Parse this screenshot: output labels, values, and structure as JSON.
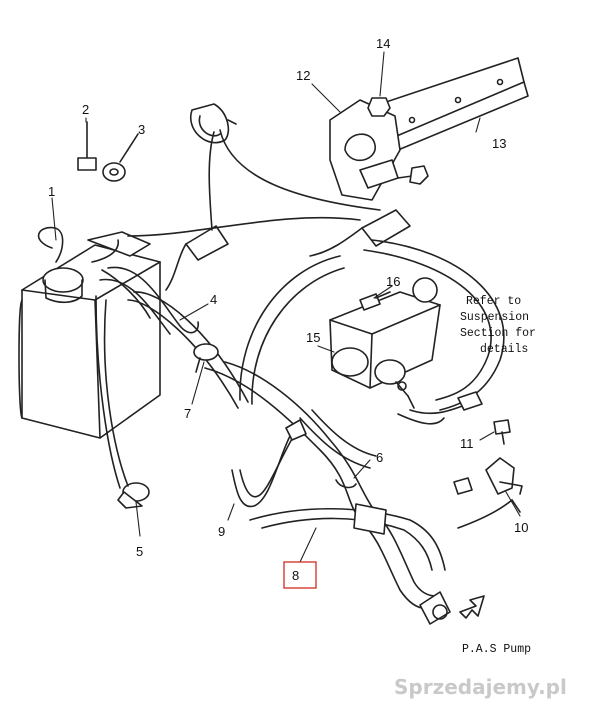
{
  "callouts": {
    "c1": "1",
    "c2": "2",
    "c3": "3",
    "c4": "4",
    "c5": "5",
    "c6": "6",
    "c7": "7",
    "c8": "8",
    "c9": "9",
    "c10": "10",
    "c11": "11",
    "c12": "12",
    "c13": "13",
    "c14": "14",
    "c15": "15",
    "c16": "16"
  },
  "note": {
    "line1": "Refer to",
    "line2": "Suspension",
    "line3": "Section for",
    "line4": "details"
  },
  "pump_label": "P.A.S Pump",
  "watermark": "Sprzedajemy.pl",
  "highlight_color": "#d23b2f"
}
